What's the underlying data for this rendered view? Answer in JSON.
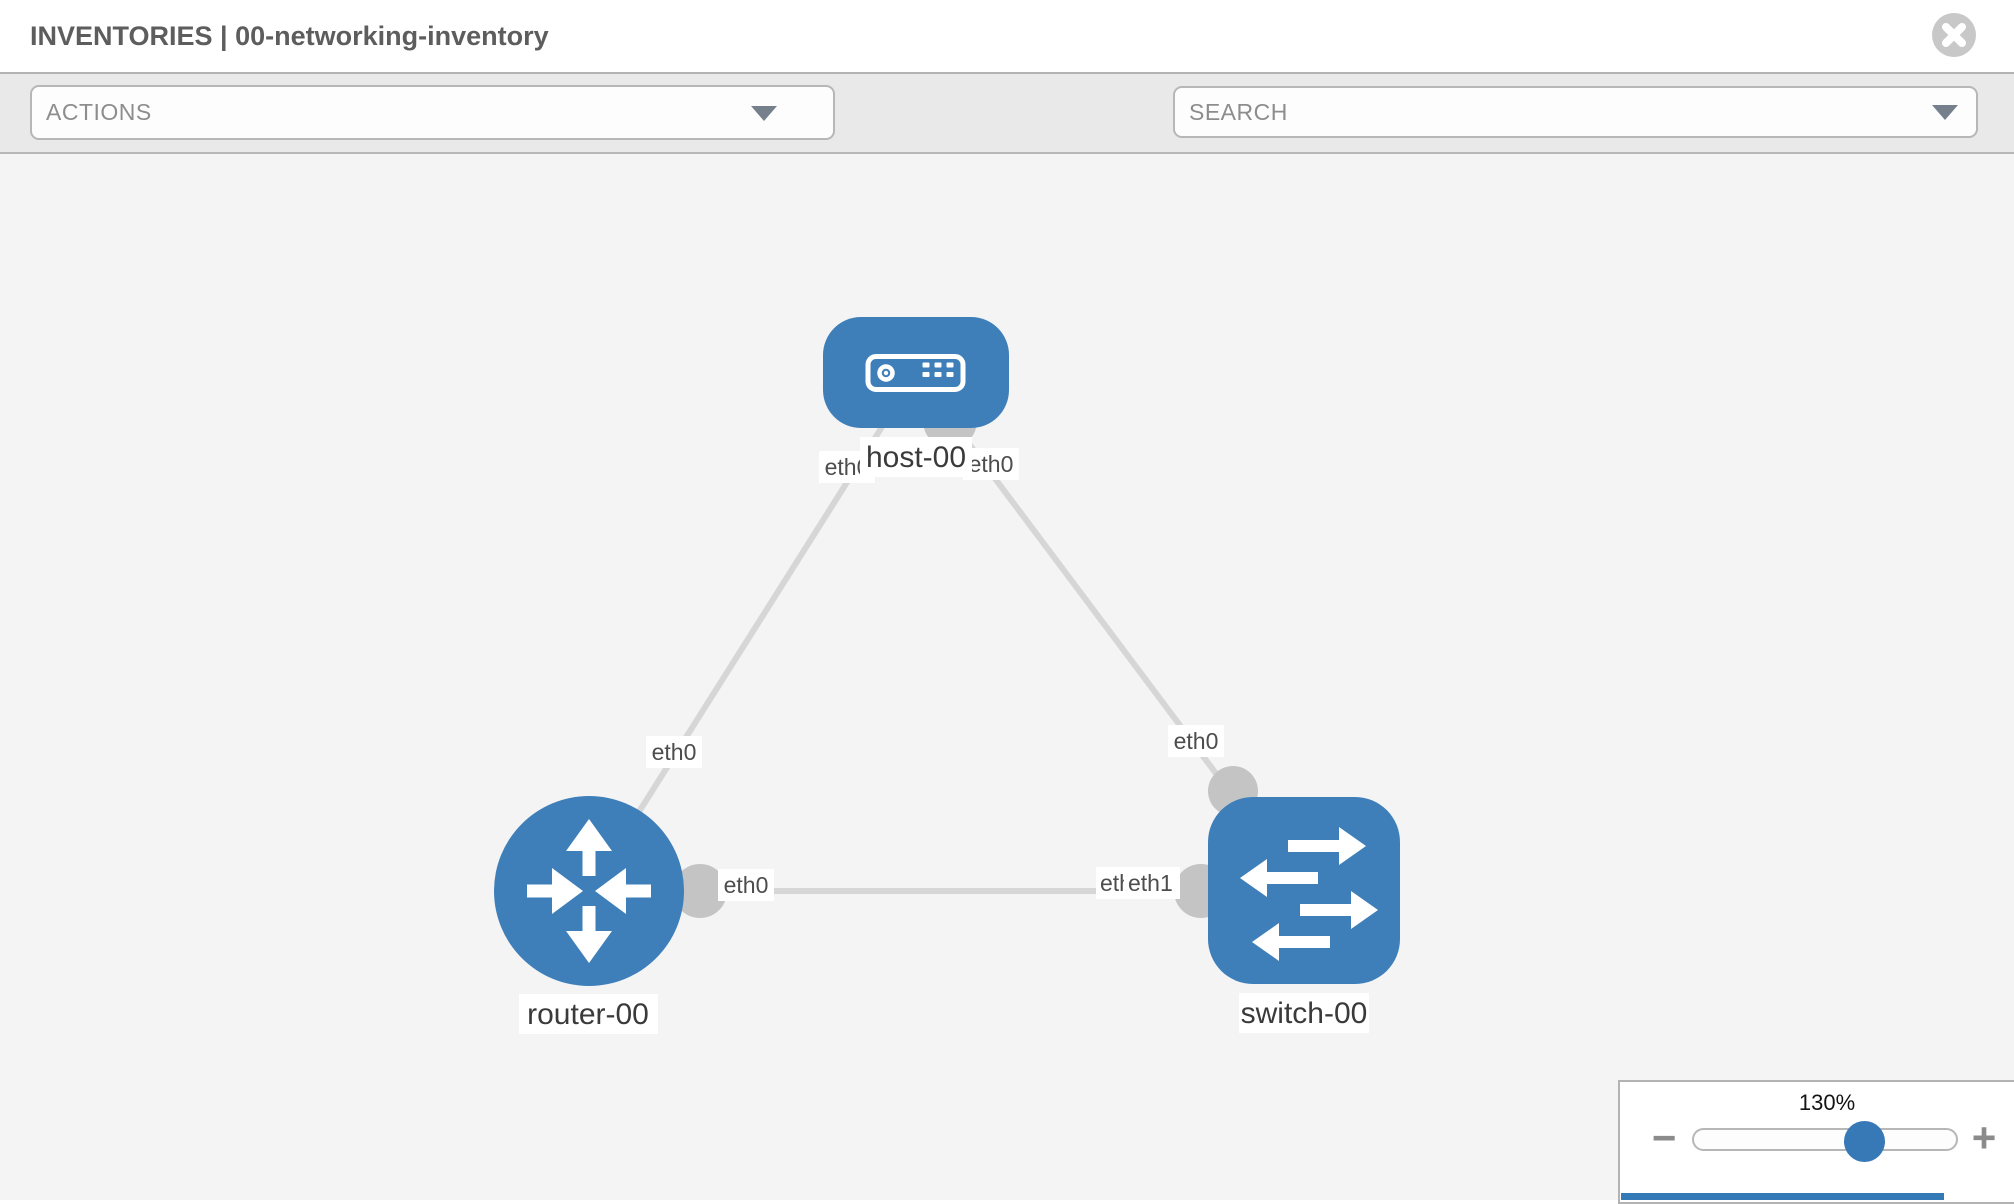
{
  "header": {
    "title": "INVENTORIES | 00-networking-inventory",
    "close_icon": "close-icon"
  },
  "toolbar": {
    "actions_label": "ACTIONS",
    "search_label": "SEARCH",
    "icons": [
      "wrench-icon",
      "key-icon"
    ],
    "caret_icon": "caret-down-icon"
  },
  "diagram": {
    "nodes": [
      {
        "id": "host-00",
        "label": "host-00",
        "type": "host",
        "icon": "server-icon"
      },
      {
        "id": "router-00",
        "label": "router-00",
        "type": "router",
        "icon": "router-arrows-icon"
      },
      {
        "id": "switch-00",
        "label": "switch-00",
        "type": "switch",
        "icon": "switch-arrows-icon"
      }
    ],
    "links": [
      {
        "source": "host-00",
        "target": "router-00",
        "labels": {
          "source": "eth0",
          "target": "eth0"
        }
      },
      {
        "source": "host-00",
        "target": "switch-00",
        "labels": {
          "source": "eth0",
          "target": "eth0"
        }
      },
      {
        "source": "router-00",
        "target": "switch-00",
        "labels": {
          "source": "eth0",
          "target": "eth1",
          "target_overlapped": "eth0"
        }
      }
    ]
  },
  "zoom_control": {
    "value": "130%",
    "minus_label": "−",
    "plus_label": "+"
  },
  "colors": {
    "node_blue": "#3e7fba",
    "accent_blue": "#337ab7",
    "link_gray": "#d6d6d6",
    "dot_gray": "#c4c4c4",
    "canvas_bg": "#f4f4f5",
    "toolbar_bg": "#e9e9e9"
  }
}
